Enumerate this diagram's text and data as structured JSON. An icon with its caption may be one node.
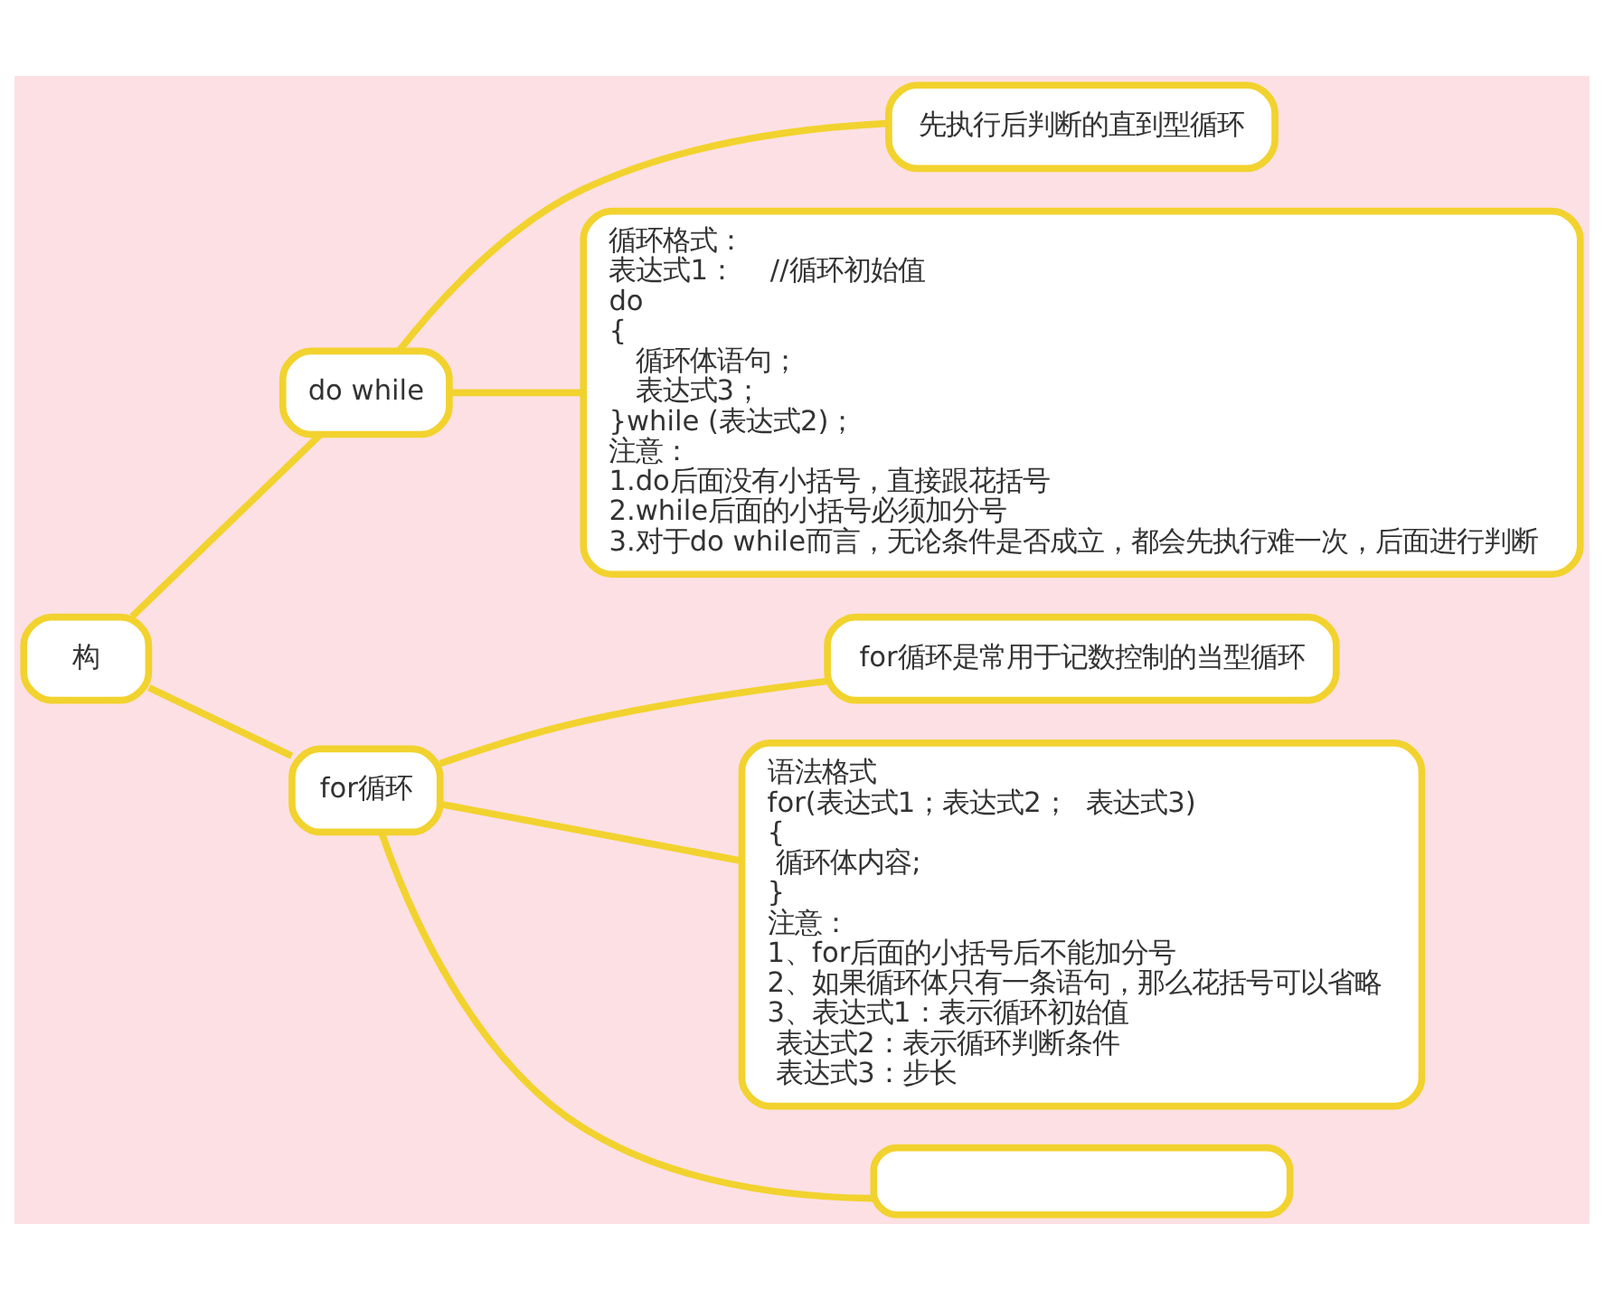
{
  "diagram": {
    "nodes": [
      {
        "text": [
          "构"
        ]
      },
      {
        "text": [
          "do while"
        ]
      },
      {
        "text": [
          "for循环"
        ]
      },
      {
        "text": [
          "先执行后判断的直到型循环"
        ]
      },
      {
        "text": [
          "循环格式：",
          "表达式1：    //循环初始值",
          "do",
          "{",
          "    循环体语句；",
          "    表达式3；",
          "}while (表达式2)；",
          "注意：",
          "1.do后面没有小括号，直接跟花括号",
          "2.while后面的小括号必须加分号",
          "3.对于do while而言，无论条件是否成立，都会先执行难一次，后面进行判断"
        ]
      },
      {
        "text": [
          "for循环是常用于记数控制的当型循环"
        ]
      },
      {
        "text": [
          "语法格式",
          "for(表达式1；表达式2；  表达式3)",
          "{",
          "  循环体内容;",
          "}",
          "注意：",
          "1、for后面的小括号后不能加分号",
          "2、如果循环体只有一条语句，那么花括号可以省略",
          "3、表达式1：表示循环初始值",
          "  表达式2：表示循环判断条件",
          "  表达式3：步长"
        ]
      },
      {
        "text": [],
        "shape": "box"
      }
    ],
    "edges": [
      {
        "from": 0,
        "to": 1,
        "arrow": "none"
      },
      {
        "from": 0,
        "to": 2,
        "arrow": "none"
      },
      {
        "from": 1,
        "to": 3,
        "arrow": "none"
      },
      {
        "from": 1,
        "to": 4,
        "arrow": "none"
      },
      {
        "from": 2,
        "to": 5,
        "arrow": "none"
      },
      {
        "from": 2,
        "to": 6,
        "arrow": "none"
      },
      {
        "from": 2,
        "to": 7,
        "arrow": "none"
      }
    ]
  }
}
